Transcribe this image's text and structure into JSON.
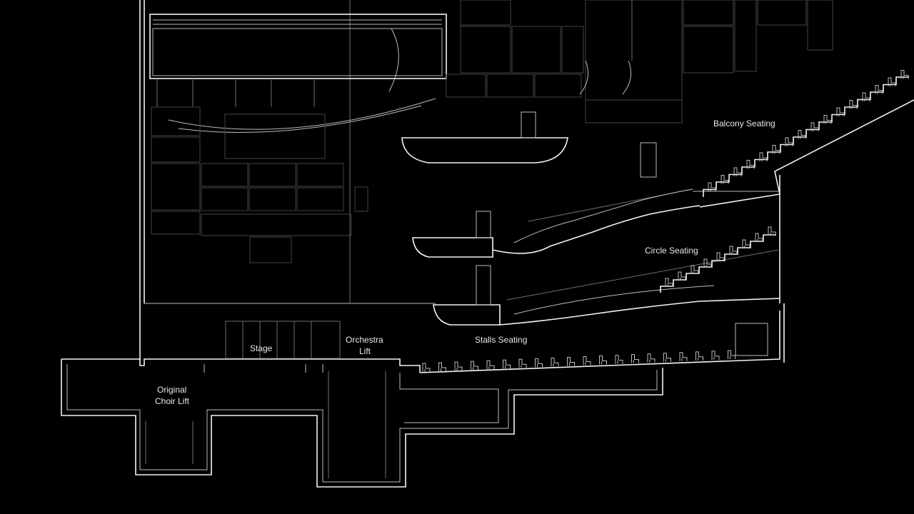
{
  "labels": {
    "balcony": "Balcony Seating",
    "circle": "Circle Seating",
    "stalls": "Stalls Seating",
    "stage": "Stage",
    "orchestra_line1": "Orchestra",
    "orchestra_line2": "Lift",
    "choir_line1": "Original",
    "choir_line2": "Choir Lift"
  }
}
